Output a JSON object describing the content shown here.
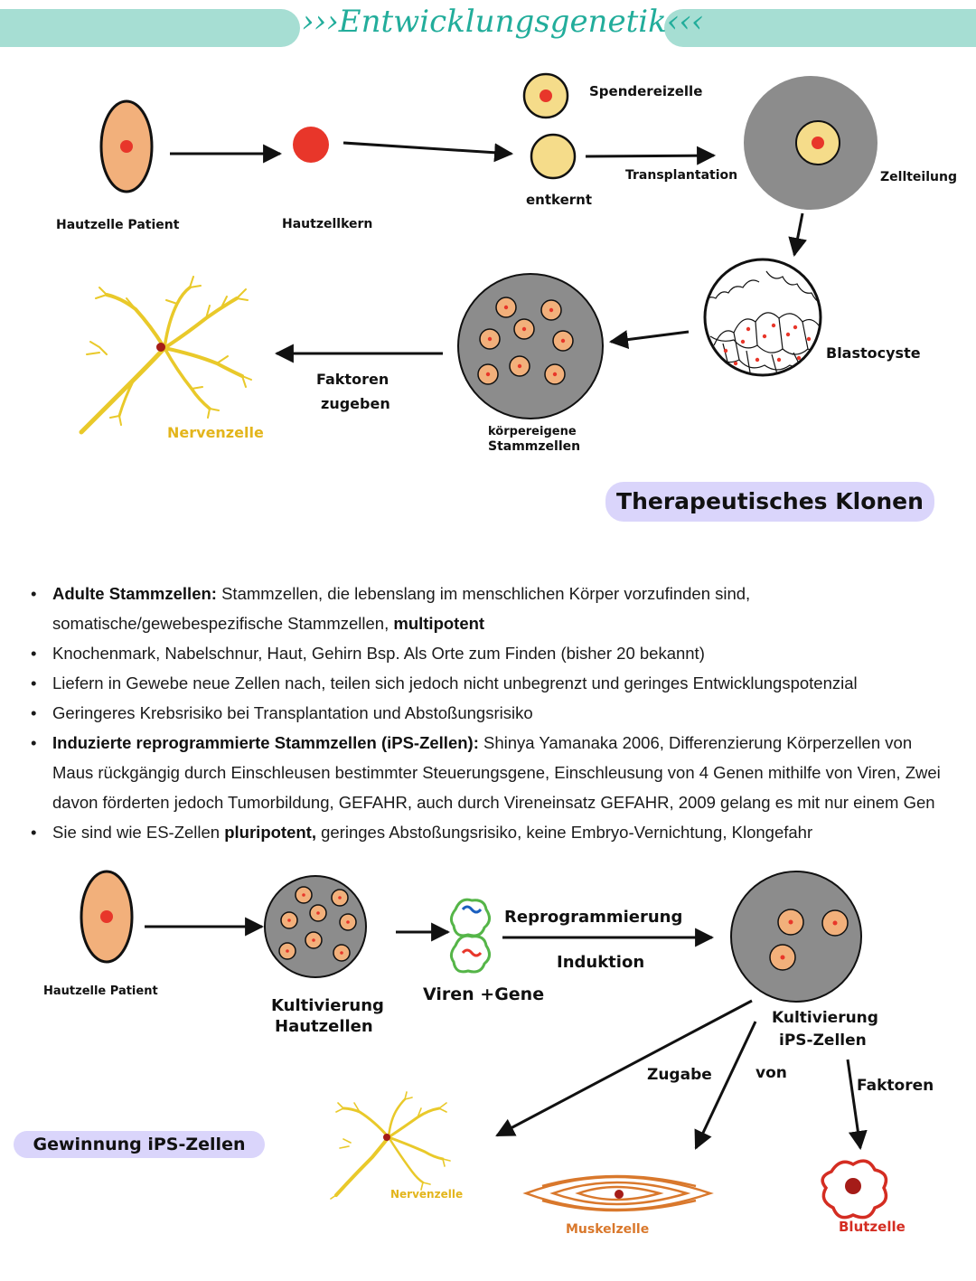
{
  "header": {
    "title": "›››Entwicklungsgenetik‹‹‹"
  },
  "colors": {
    "banner": "#a6ded3",
    "title": "#22ad9b",
    "pill": "#dad5fb",
    "skin_cell": "#f2b07b",
    "nucleus": "#e8362a",
    "egg": "#f5dc8a",
    "gray": "#8c8c8c",
    "nerve": "#e9c92a",
    "muscle": "#d9782c",
    "blood": "#d42d22",
    "virus_outline": "#55b548",
    "virus_blue": "#1b5fbf"
  },
  "therapeutic_cloning": {
    "labels": {
      "skin_cell_patient": "Hautzelle Patient",
      "skin_nucleus": "Hautzellkern",
      "donor_egg": "Spendereizelle",
      "enucleated": "entkernt",
      "transplantation": "Transplantation",
      "cell_division": "Zellteilung",
      "blastocyst": "Blastocyste",
      "stem_cells": [
        "körpereigene",
        "Stammzellen"
      ],
      "add_factors": [
        "Faktoren",
        "zugeben"
      ],
      "nerve_cell": "Nervenzelle"
    },
    "caption": "Therapeutisches Klonen"
  },
  "notes": [
    {
      "bold": "Adulte Stammzellen:",
      "text": " Stammzellen, die lebenslang im menschlichen Körper vorzufinden sind, somatische/gewebespezifische Stammzellen, ",
      "bold_end": "multipotent"
    },
    {
      "bold": "",
      "text": "Knochenmark, Nabelschnur, Haut, Gehirn Bsp. Als Orte zum Finden (bisher 20 bekannt)",
      "bold_end": ""
    },
    {
      "bold": "",
      "text": "Liefern in Gewebe neue Zellen nach, teilen sich jedoch nicht unbegrenzt und geringes Entwicklungspotenzial",
      "bold_end": ""
    },
    {
      "bold": "",
      "text": "Geringeres Krebsrisiko bei Transplantation und Abstoßungsrisiko",
      "bold_end": ""
    },
    {
      "bold": "Induzierte reprogrammierte Stammzellen (iPS-Zellen):",
      "text": " Shinya Yamanaka 2006, Differenzierung Körperzellen von Maus rückgängig durch Einschleusen bestimmter Steuerungsgene, Einschleusung von 4 Genen mithilfe von Viren, Zwei davon förderten jedoch Tumorbildung, GEFAHR, auch durch Vireneinsatz GEFAHR, 2009 gelang es mit nur einem Gen",
      "bold_end": ""
    },
    {
      "bold": "",
      "text": "Sie sind wie ES-Zellen ",
      "bold_end": "pluripotent,",
      "text_after": " geringes Abstoßungsrisiko, keine Embryo-Vernichtung, Klongefahr"
    }
  ],
  "ips_production": {
    "labels": {
      "skin_cell_patient": "Hautzelle Patient",
      "cultivation_skin": [
        "Kultivierung",
        "Hautzellen"
      ],
      "viruses_genes": "Viren +Gene",
      "reprogramming": "Reprogrammierung",
      "induction": "Induktion",
      "cultivation_ips": [
        "Kultivierung",
        "iPS-Zellen"
      ],
      "addition_of": [
        "Zugabe",
        "von",
        "Faktoren"
      ],
      "nerve_cell": "Nervenzelle",
      "muscle_cell": "Muskelzelle",
      "blood_cell": "Blutzelle"
    },
    "caption": "Gewinnung iPS-Zellen"
  }
}
